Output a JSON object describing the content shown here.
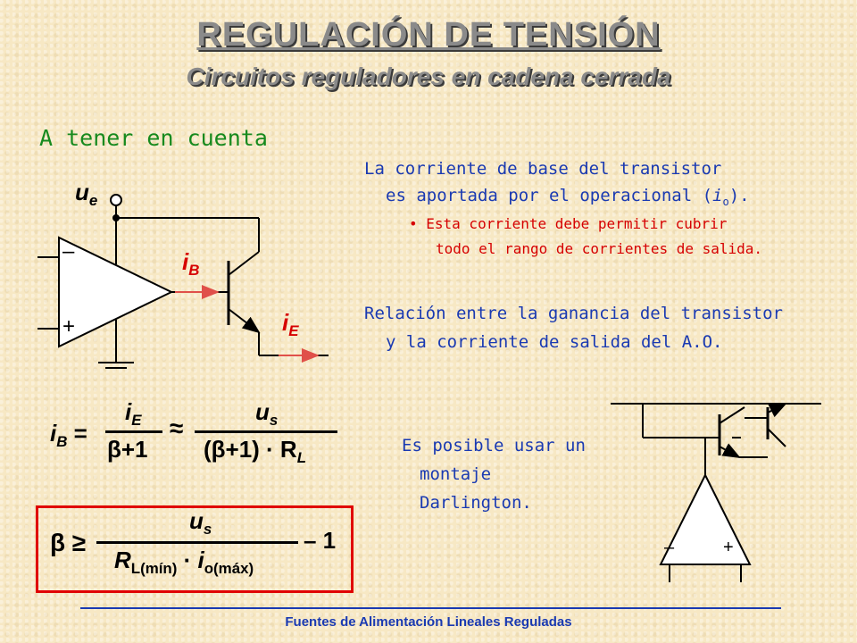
{
  "header": {
    "title": "REGULACIÓN DE TENSIÓN",
    "subtitle": "Circuitos reguladores en cadena cerrada"
  },
  "section_heading": "A tener en cuenta",
  "notes": {
    "base_current_line1": "La corriente de base del transistor",
    "base_current_line2_pre": "es aportada por el operacional (",
    "base_current_line2_var": "i",
    "base_current_line2_sub": "o",
    "base_current_line2_post": ").",
    "bullet_line1": "Esta corriente debe permitir cubrir",
    "bullet_line2": "todo el rango de corrientes de salida.",
    "relation_line1": "Relación entre la ganancia del transistor",
    "relation_line2": "y la corriente de salida del A.O.",
    "darlington_line1": "Es posible usar un",
    "darlington_line2": "montaje",
    "darlington_line3": "Darlington."
  },
  "circuit_labels": {
    "input_voltage": "u",
    "input_voltage_sub": "e",
    "base_current": "i",
    "base_current_sub": "B",
    "emitter_current": "i",
    "emitter_current_sub": "E",
    "minus_sign": "–",
    "plus_sign": "+"
  },
  "equation1": {
    "lhs": "i",
    "lhs_sub": "B",
    "equals": "=",
    "frac1_num": "i",
    "frac1_num_sub": "E",
    "frac1_den": "β+1",
    "approx": "≈",
    "frac2_num": "u",
    "frac2_num_sub": "s",
    "frac2_den_pre": "(β+1) · R",
    "frac2_den_sub": "L"
  },
  "equation2": {
    "lhs": "β ≥",
    "num": "u",
    "num_sub": "s",
    "den_r": "R",
    "den_r_sub": "L(mín)",
    "den_dot": " · ",
    "den_i": "i",
    "den_i_sub": "o(máx)",
    "tail": "– 1"
  },
  "darlington_labels": {
    "minus_sign": "–",
    "plus_sign": "+"
  },
  "footer": "Fuentes de Alimentación Lineales Reguladas",
  "colors": {
    "background": "#f7e8c4",
    "heading_green": "#178a1e",
    "text_blue": "#1a3ab2",
    "bullet_red": "#d60000",
    "current_arrow": "#e0504a",
    "box_border": "#e00000"
  }
}
